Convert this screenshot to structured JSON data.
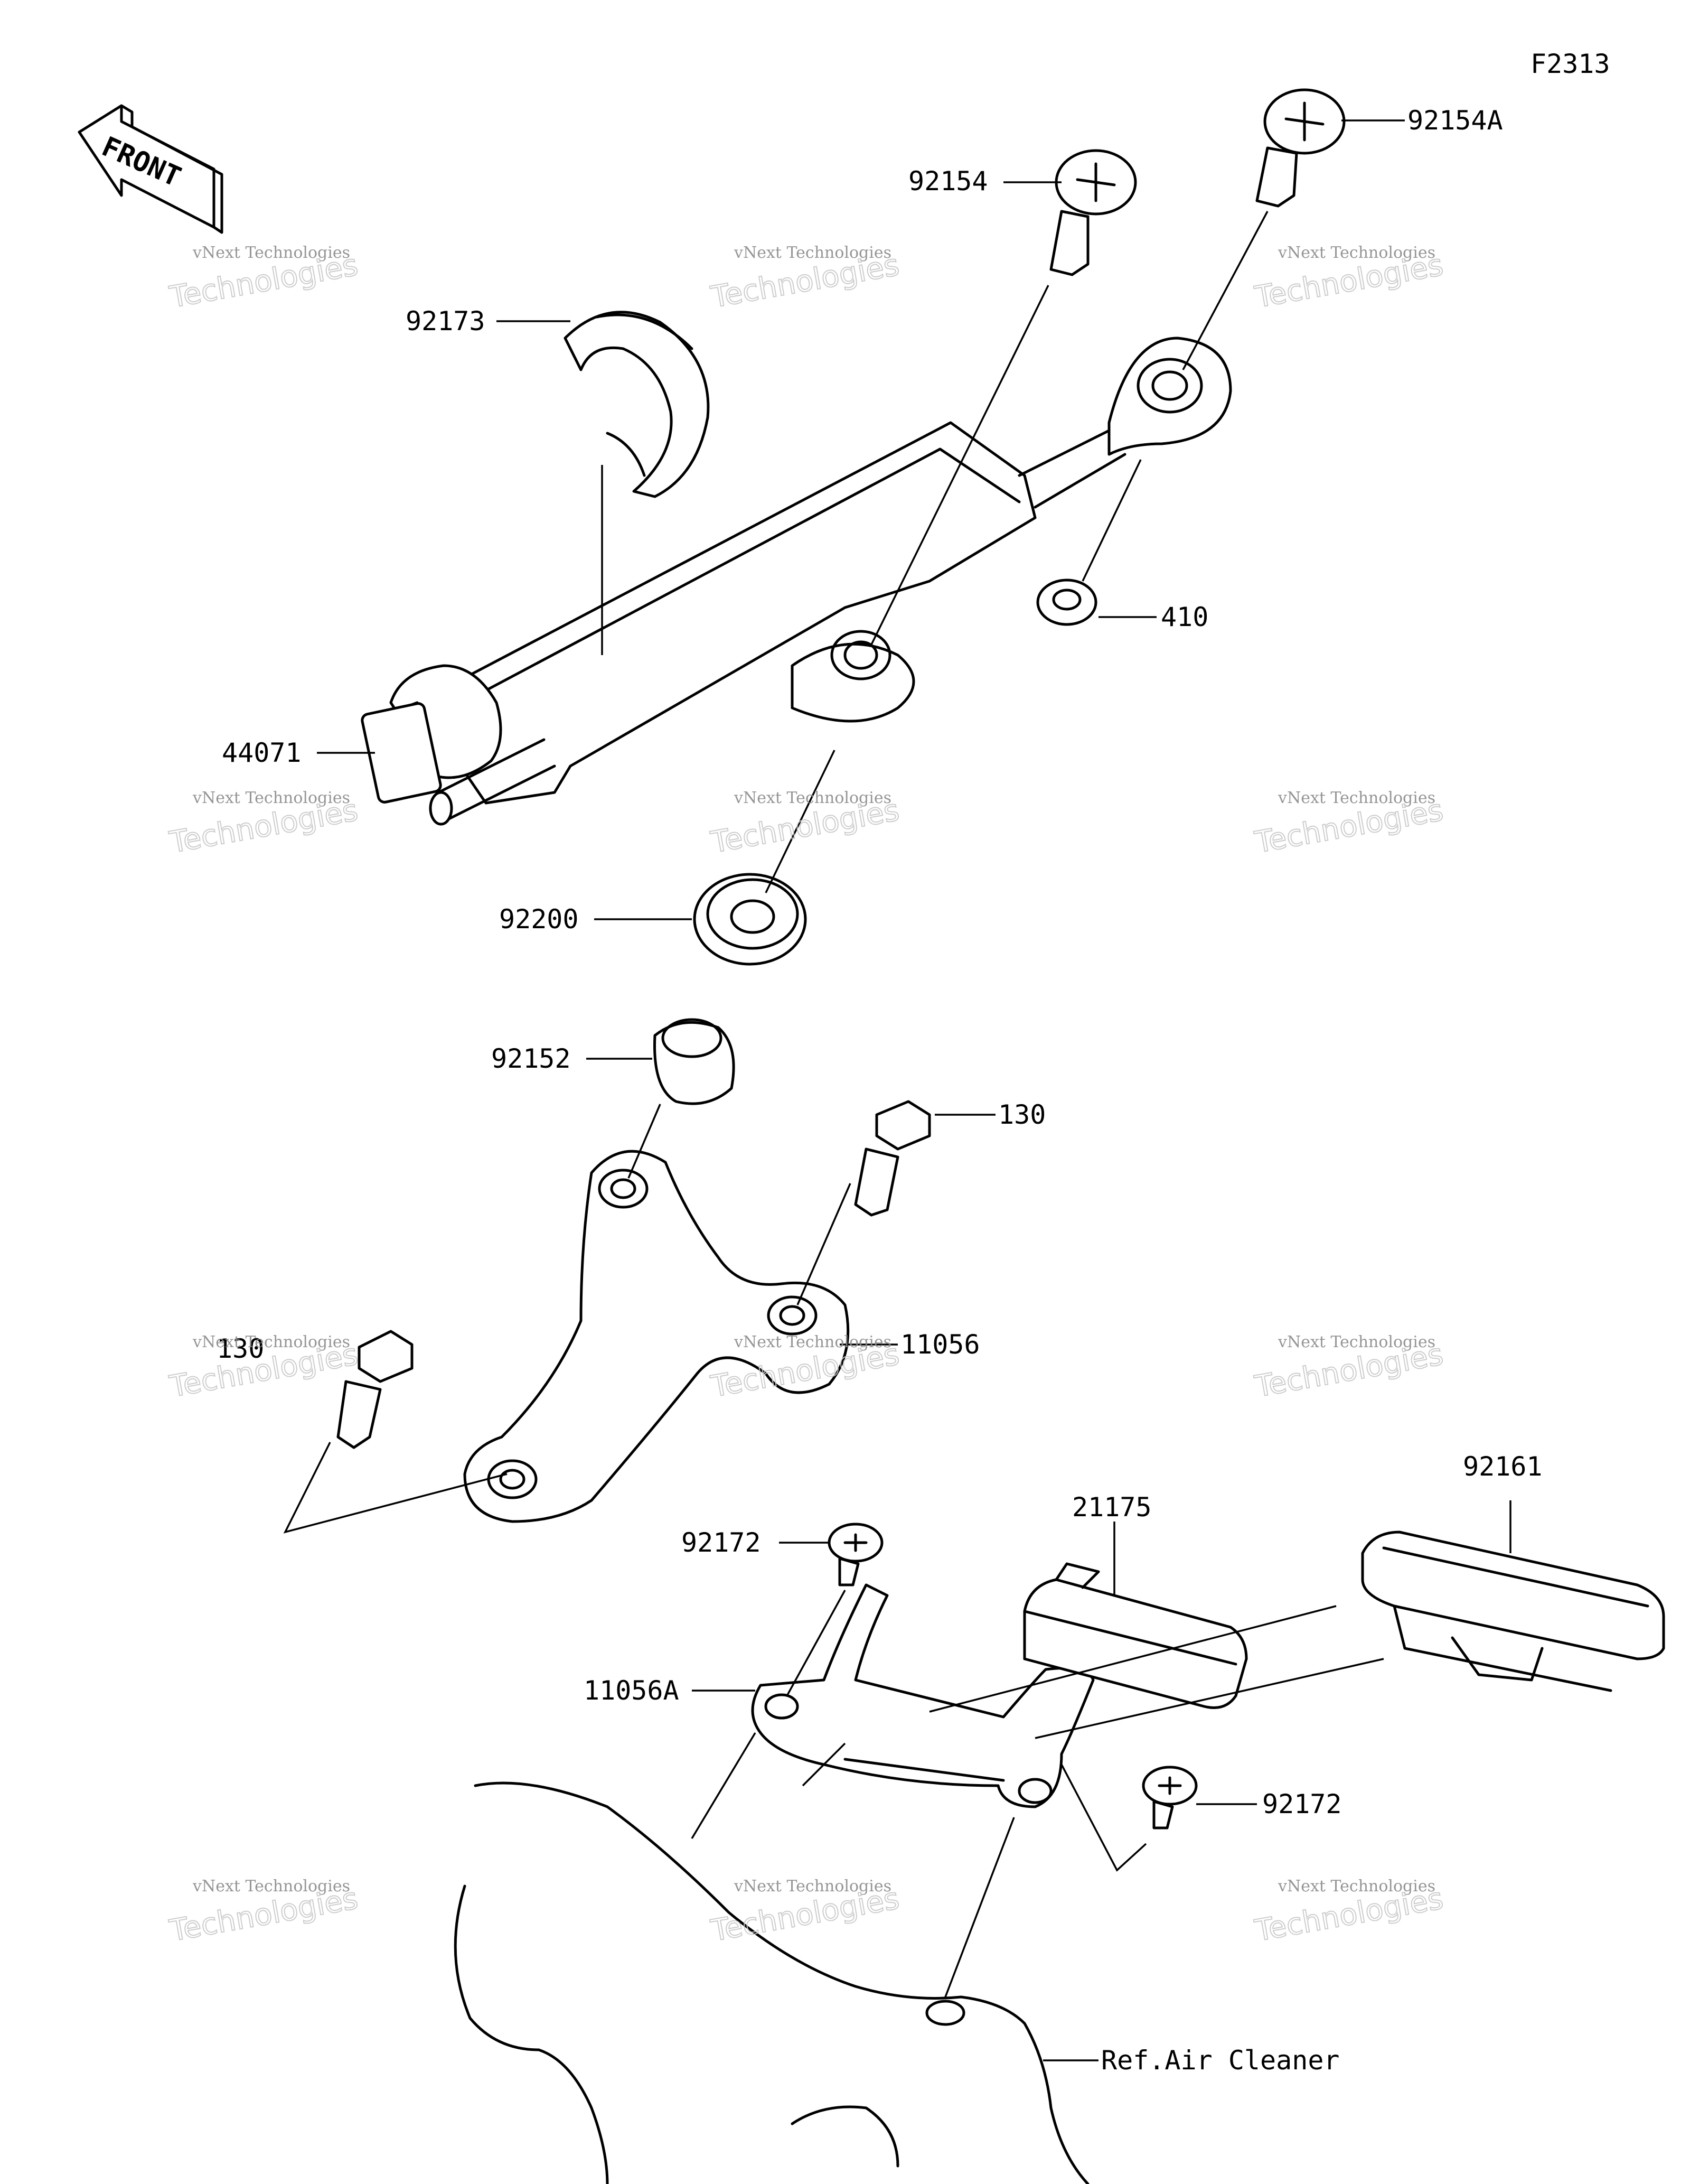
{
  "figure_code": "F2313",
  "front_label": "FRONT",
  "watermark": {
    "line1": "vNext Technologies",
    "line2": "Technologies"
  },
  "callouts": {
    "p92154A": "92154A",
    "p92154": "92154",
    "p92173": "92173",
    "p410": "410",
    "p44071": "44071",
    "p92200": "92200",
    "p92152": "92152",
    "p130a": "130",
    "p130b": "130",
    "p11056": "11056",
    "p92172a": "92172",
    "p92172b": "92172",
    "p21175": "21175",
    "p92161": "92161",
    "p11056A": "11056A",
    "ref_air_cleaner": "Ref.Air Cleaner"
  }
}
